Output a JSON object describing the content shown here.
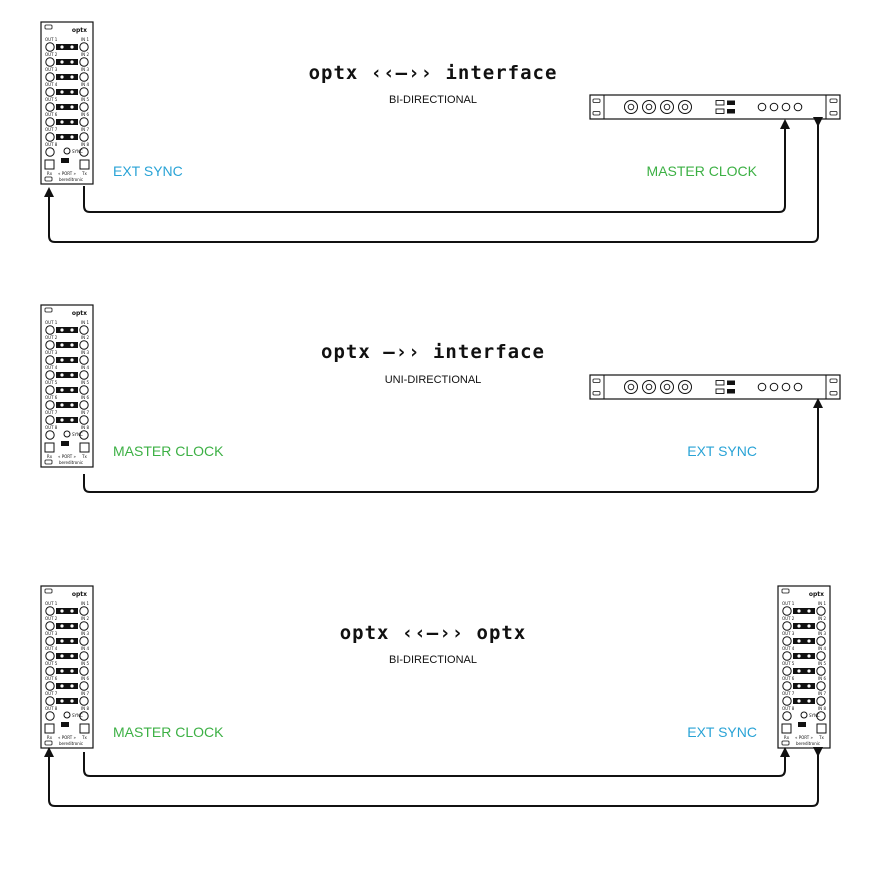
{
  "colors": {
    "ext_sync": "#29a3d6",
    "master_clock": "#3cb044",
    "line": "#111111"
  },
  "module": {
    "brand": "optx",
    "left_col": [
      "OUT 1",
      "OUT 2",
      "OUT 3",
      "OUT 4",
      "OUT 5",
      "OUT 6",
      "OUT 7",
      "OUT 8"
    ],
    "right_col": [
      "IN 1",
      "IN 2",
      "IN 3",
      "IN 4",
      "IN 5",
      "IN 6",
      "IN 7",
      "IN 8"
    ],
    "sync_label": "SYNC",
    "port_label": "« PORT »",
    "rx_label": "Rx",
    "tx_label": "Tx",
    "maker": "bereditronic"
  },
  "sections": [
    {
      "title": "optx ‹‹–›› interface",
      "subtitle": "BI-DIRECTIONAL",
      "left_label": "EXT SYNC",
      "right_label": "MASTER CLOCK"
    },
    {
      "title": "optx –›› interface",
      "subtitle": "UNI-DIRECTIONAL",
      "left_label": "MASTER CLOCK",
      "right_label": "EXT SYNC"
    },
    {
      "title": "optx ‹‹–›› optx",
      "subtitle": "BI-DIRECTIONAL",
      "left_label": "MASTER CLOCK",
      "right_label": "EXT SYNC"
    }
  ]
}
